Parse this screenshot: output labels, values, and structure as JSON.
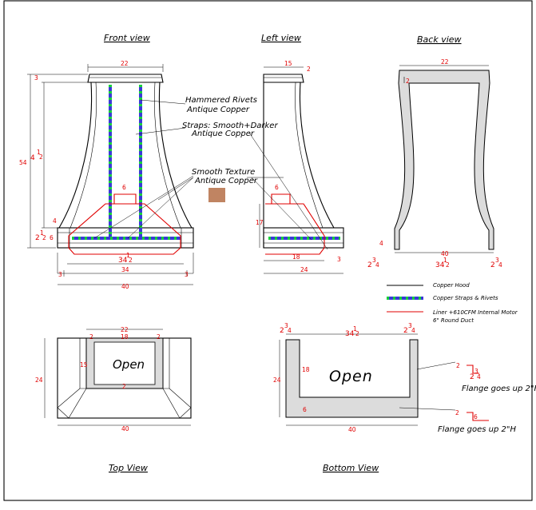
{
  "titles": {
    "front": "Front view",
    "left": "Left view",
    "back": "Back view",
    "top": "Top View",
    "bottom": "Bottom View"
  },
  "callouts": {
    "rivets_l1": "Hammered Rivets",
    "rivets_l2": "Antique Copper",
    "straps_l1": "Straps: Smooth+Darker",
    "straps_l2": "Antique Copper",
    "smooth_l1": "Smooth Texture",
    "smooth_l2": "Antique Copper"
  },
  "legend": {
    "hood": "Copper Hood",
    "straps": "Copper Straps & Rivets",
    "liner_l1": "Liner +610CFM Internal Motor",
    "liner_l2": "6\" Round Duct"
  },
  "open_label": "Open",
  "flange_note": "Flange goes up 2\"H",
  "dims": {
    "d22": "22",
    "d54": "54",
    "d40": "40",
    "d34": "34",
    "d3": "3",
    "d2": "2",
    "d4": "4",
    "d6": "6",
    "d15": "15",
    "d17": "17",
    "d18": "18",
    "d24": "24",
    "w41": "4",
    "w34": "34",
    "w2": "2",
    "w3": "3",
    "half": "1",
    "half_d": "2",
    "quarter": "3",
    "quarter_d": "4"
  },
  "colors": {
    "hood_line": "#000000",
    "strap_blue": "#3a3ad8",
    "rivet_green": "#18d03c",
    "liner_red": "#e00000",
    "dim_red": "#e00000",
    "swatch": "#c08462"
  }
}
